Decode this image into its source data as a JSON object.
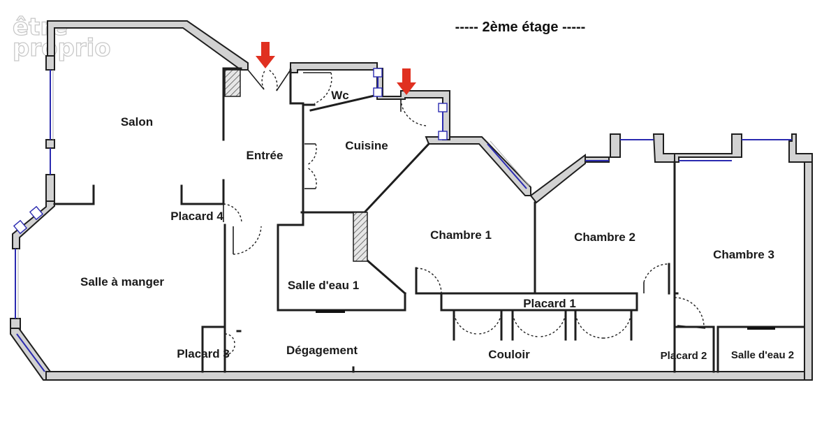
{
  "logo": {
    "line1": "être",
    "line2": "proprio"
  },
  "floor_title": "----- 2ème étage -----",
  "rooms": {
    "salon": "Salon",
    "entree": "Entrée",
    "wc": "Wc",
    "cuisine": "Cuisine",
    "chambre1": "Chambre 1",
    "chambre2": "Chambre 2",
    "chambre3": "Chambre 3",
    "placard4": "Placard 4",
    "salle_a_manger": "Salle à manger",
    "salle_deau1": "Salle d'eau 1",
    "placard1": "Placard 1",
    "placard3": "Placard 3",
    "degagement": "Dégagement",
    "couloir": "Couloir",
    "placard2": "Placard 2",
    "salle_deau2": "Salle d'eau 2"
  },
  "colors": {
    "wall_fill": "#d2d2d2",
    "wall_stroke": "#1e1e1e",
    "window": "#2a2ab0",
    "entry_arrow": "#e03020"
  },
  "markers": {
    "entry_arrows": 2
  }
}
